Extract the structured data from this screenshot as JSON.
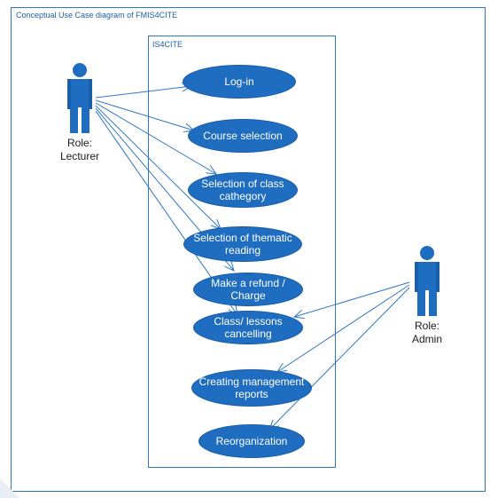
{
  "diagram": {
    "title": "Conceptual Use Case diagram of FMIS4CITE",
    "system_name": "IS4CITE",
    "actors": {
      "lecturer": {
        "label_line1": "Role:",
        "label_line2": "Lecturer"
      },
      "admin": {
        "label_line1": "Role:",
        "label_line2": "Admin"
      }
    },
    "use_cases": {
      "login": "Log-in",
      "course_selection": "Course selection",
      "class_category": "Selection of class cathegory",
      "thematic_reading": "Selection of thematic reading",
      "refund_charge": "Make a refund / Charge",
      "lessons_cancelling": "Class/ lessons cancelling",
      "management_reports": "Creating management reports",
      "reorganization": "Reorganization"
    },
    "colors": {
      "use_case_fill": "#1f6dc0",
      "actor": "#1f6dc0",
      "border": "#2f78c4"
    },
    "icons": {
      "actor": "person-icon"
    }
  }
}
